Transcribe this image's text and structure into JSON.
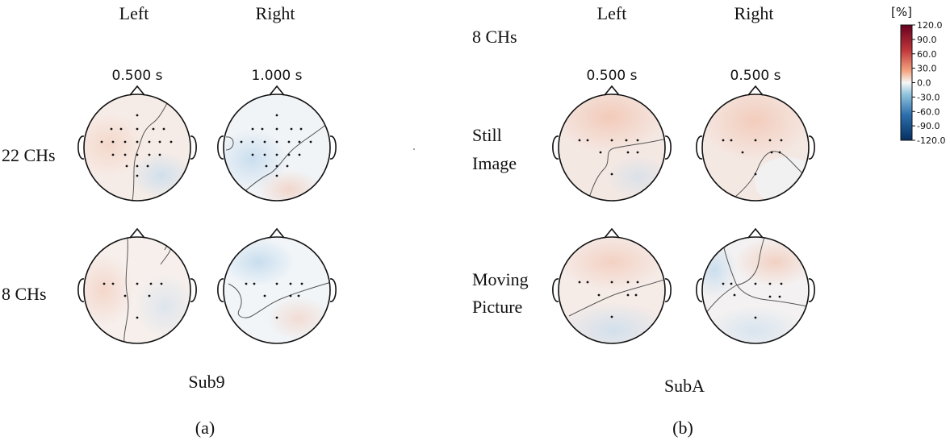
{
  "panel_a": {
    "col_left": "Left",
    "col_right": "Right",
    "time_left": "0.500 s",
    "time_right": "1.000 s",
    "row_1": "22 CHs",
    "row_2": "8 CHs",
    "subject": "Sub9",
    "tag": "(a)"
  },
  "panel_b": {
    "col_left": "Left",
    "col_right": "Right",
    "channels": "8 CHs",
    "time_left": "0.500 s",
    "time_right": "0.500 s",
    "row_1_line1": "Still",
    "row_1_line2": "Image",
    "row_2_line1": "Moving",
    "row_2_line2": "Picture",
    "subject": "SubA",
    "tag": "(b)"
  },
  "colorbar": {
    "unit": "[%]",
    "ticks": [
      "120.0",
      "90.0",
      "60.0",
      "30.0",
      "0.0",
      "-30.0",
      "-60.0",
      "-90.0",
      "-120.0"
    ],
    "colors": {
      "max": "#67001f",
      "high": "#d6604d",
      "mid": "#f7f7f7",
      "low": "#4393c3",
      "min": "#053061"
    }
  }
}
